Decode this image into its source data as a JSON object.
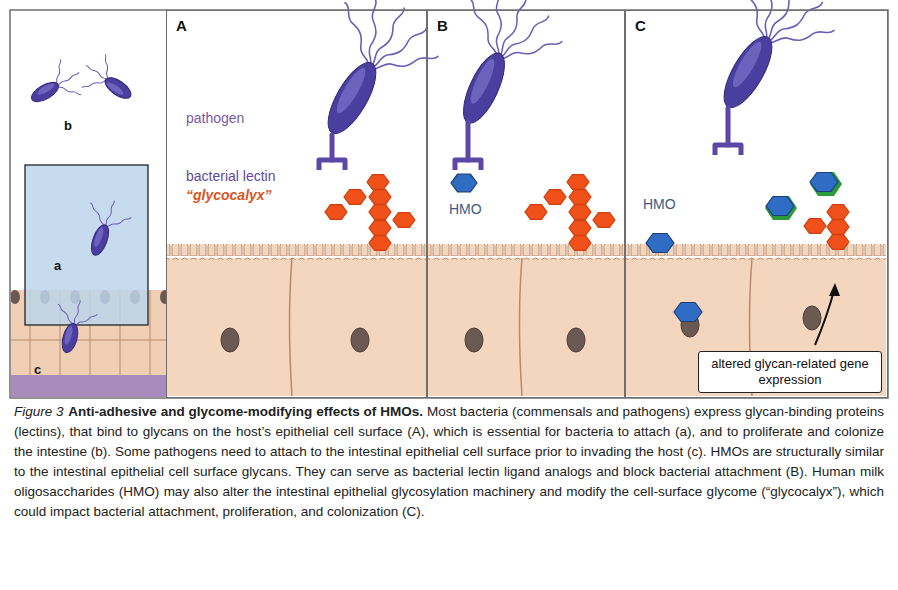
{
  "diagram": {
    "title": "Anti-adhesive and glycome-modifying effects of HMOs.",
    "caption": "Most bacteria (commensals and pathogens) express glycan-binding proteins (lectins), that bind to glycans on the host’s epithelial cell surface (A), which is essential for bacteria to attach (a), and to proliferate and colonize the intestine (b). Some pathogens need to attach to the intestinal epithelial cell surface prior to invading the host (c). HMOs are structurally similar to the intestinal epithelial cell surface glycans. They can serve as bacterial lectin ligand analogs and block bacterial attachment (B). Human milk oligosaccharides (HMO) may also alter the intestinal epithelial glycosylation machinery and modify the cell-surface glycome (“glycocalyx”), which could impact bacterial attachment, proliferation, and colonization (C).",
    "nodes": [
      {
        "text": [
          "A"
        ]
      },
      {
        "text": [
          "B"
        ]
      },
      {
        "text": [
          "C"
        ]
      },
      {
        "text": [
          "altered glycan-related gene expression"
        ],
        "in": 2
      }
    ],
    "labels": [
      "b",
      "a",
      "c",
      "pathogen",
      "bacterial lectin",
      "“glycocalyx”",
      "HMO",
      "HMO",
      "Figure 3"
    ]
  }
}
